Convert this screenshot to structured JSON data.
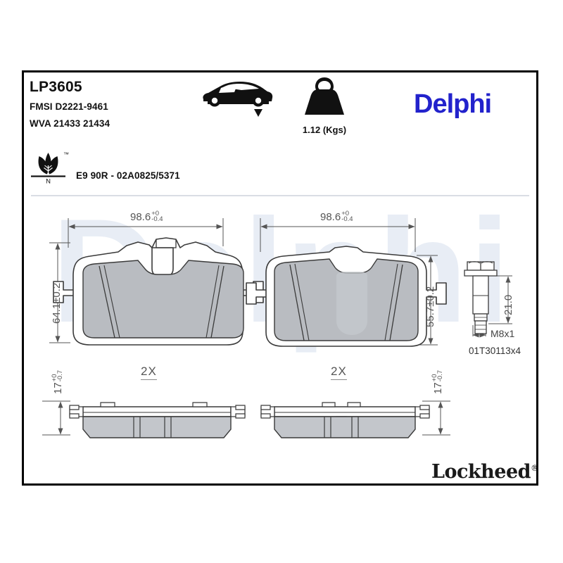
{
  "sheet": {
    "part_code": "LP3605",
    "fmsi": "FMSI D2221-9461",
    "wva": "WVA 21433 21434",
    "homologation": "E9 90R - 02A0825/5371",
    "weight_label": "1.12 (Kgs)",
    "brand": "Delphi",
    "sub_brand": "Lockheed",
    "registered_mark": "®",
    "trademark_mark": "™",
    "eco_letter": "N",
    "watermark_text": "Delphi",
    "brand_color": "#2222cc",
    "frame_color": "#000000",
    "friction_color": "#b9bcc1",
    "plate_color": "#ffffff",
    "line_color": "#3a3a3a",
    "dim_color": "#555555",
    "watermark_color": "#e8edf5"
  },
  "icons": {
    "axle": "rear-axle-car-icon",
    "weight": "weight-kettlebell-icon",
    "eco": "eco-leaf-icon"
  },
  "dimensions": {
    "pad_left_width": {
      "value": "98.6",
      "tol_plus": "+0",
      "tol_minus": "-0.4"
    },
    "pad_right_width": {
      "value": "98.6",
      "tol_plus": "+0",
      "tol_minus": "-0.4"
    },
    "pad_left_height": {
      "value": "64.1±0.2"
    },
    "pad_right_height": {
      "value": "55.7±0.2"
    },
    "pad_left_thickness": {
      "value": "17",
      "tol_plus": "+0",
      "tol_minus": "-0.7"
    },
    "pad_right_thickness": {
      "value": "17",
      "tol_plus": "+0",
      "tol_minus": "-0.7"
    },
    "quantity_left": "2X",
    "quantity_right": "2X"
  },
  "accessory": {
    "length": "21.0",
    "thread": "M8x1",
    "part_number": "01T30113x4"
  }
}
